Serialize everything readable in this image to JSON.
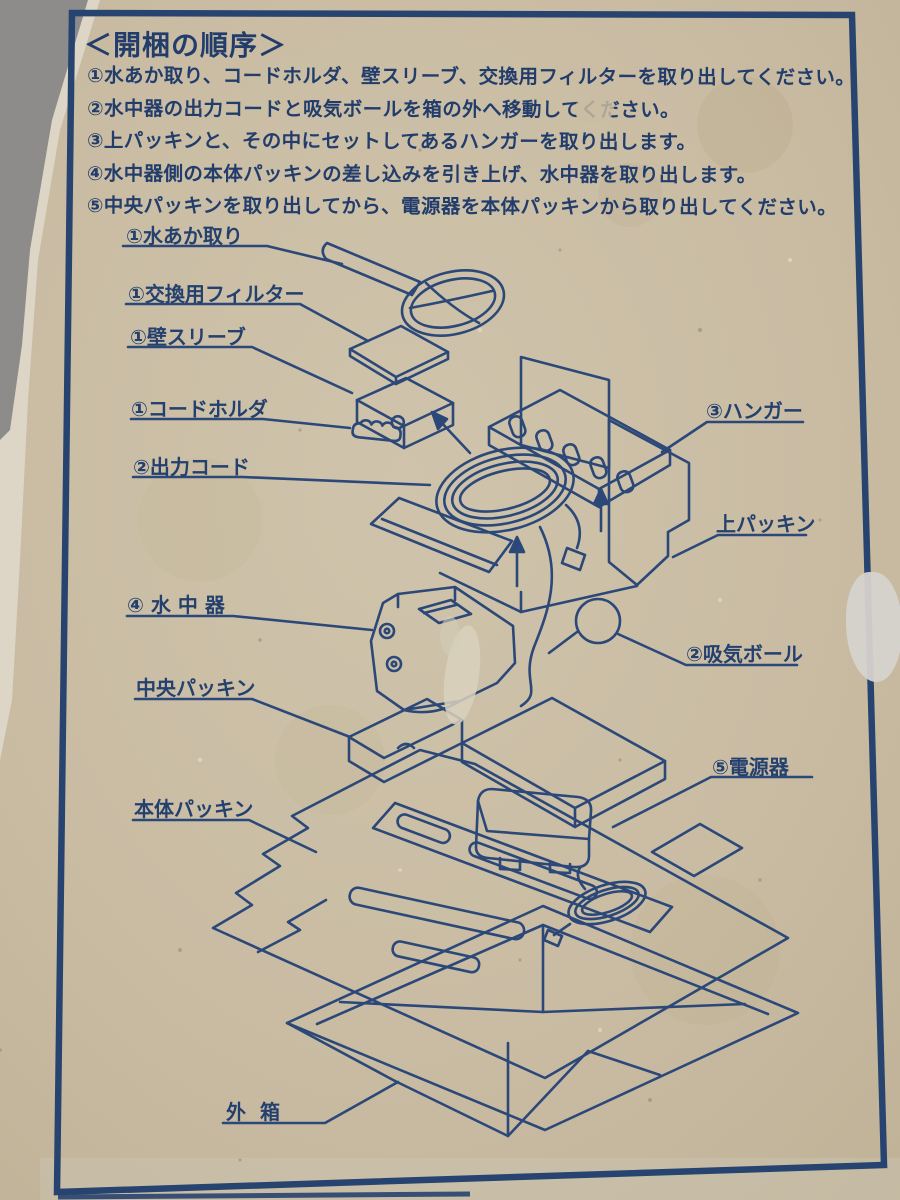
{
  "photo": {
    "description": "Printed unpacking instructions on a cardboard box panel",
    "cardboard_color": "#c9bca3",
    "ink_color": "#2b4878",
    "floor_color": "#8d8c8a",
    "worn_patch_color": "#d8d2c2"
  },
  "header": {
    "title": "＜開梱の順序＞",
    "steps": [
      "①水あか取り、コードホルダ、壁スリーブ、交換用フィルターを取り出してください。",
      "②水中器の出力コードと吸気ボールを箱の外へ移動してください。",
      "③上パッキンと、その中にセットしてあるハンガーを取り出します。",
      "④水中器側の本体パッキンの差し込みを引き上げ、水中器を取り出します。",
      "⑤中央パッキンを取り出してから、電源器を本体パッキンから取り出してください。"
    ]
  },
  "diagram": {
    "labels_left": [
      {
        "id": "mizuaka-tori",
        "text": "①水あか取り"
      },
      {
        "id": "koukan-filter",
        "text": "①交換用フィルター"
      },
      {
        "id": "kabe-sleeve",
        "text": "①壁スリーブ"
      },
      {
        "id": "cord-holder",
        "text": "①コードホルダ"
      },
      {
        "id": "output-cord",
        "text": "②出力コード"
      },
      {
        "id": "suichuki",
        "text": "④水中器"
      },
      {
        "id": "chuo-packing",
        "text": "中央パッキン"
      },
      {
        "id": "hontai-packing",
        "text": "本体パッキン"
      },
      {
        "id": "sotobako",
        "text": "外箱"
      }
    ],
    "labels_right": [
      {
        "id": "hanger",
        "text": "③ハンガー"
      },
      {
        "id": "ue-packing",
        "text": "上パッキン"
      },
      {
        "id": "kyuki-ball",
        "text": "②吸気ボール"
      },
      {
        "id": "dengenki",
        "text": "⑤電源器"
      }
    ],
    "parts_depicted": [
      "water-scale-scoop",
      "replacement-filter",
      "wall-sleeve",
      "cord-holder-clip",
      "coiled-output-cord",
      "hanger-plate",
      "upper-packing",
      "intake-ball",
      "underwater-unit",
      "center-packing",
      "power-supply-unit",
      "body-packing-sheet",
      "outer-box"
    ]
  }
}
